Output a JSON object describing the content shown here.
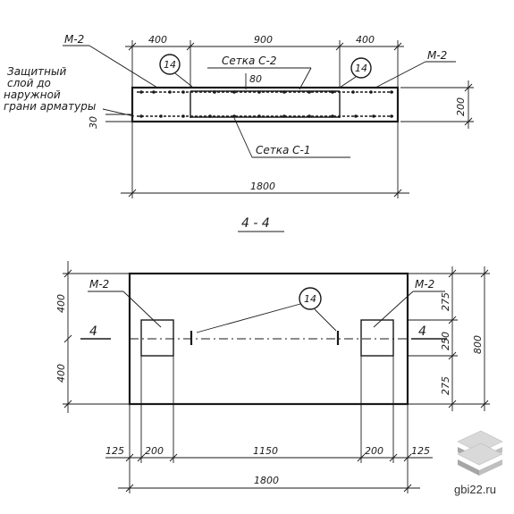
{
  "top_section": {
    "label_m2_left": "M-2",
    "label_m2_right": "M-2",
    "dim_400_left": "400",
    "dim_900": "900",
    "dim_400_right": "400",
    "callout_14_left": "14",
    "callout_14_right": "14",
    "setka_c2": "Сетка С-2",
    "dim_80": "80",
    "protective_layer_line1": "Защитный",
    "protective_layer_line2": "слой до",
    "protective_layer_line3": "наружной",
    "protective_layer_line4": "грани арматуры",
    "dim_30": "30",
    "dim_200": "200",
    "setka_c1": "Сетка С-1",
    "dim_1800": "1800"
  },
  "section_title": "4 - 4",
  "plan": {
    "dim_400_upper": "400",
    "dim_400_lower": "400",
    "label_m2_left": "M-2",
    "label_m2_right": "M-2",
    "callout_14": "14",
    "section_mark_left": "4",
    "section_mark_right": "4",
    "dim_275_top": "275",
    "dim_250": "250",
    "dim_275_bottom": "275",
    "dim_800": "800",
    "dim_125_left": "125",
    "dim_200_left": "200",
    "dim_1150": "1150",
    "dim_200_right": "200",
    "dim_125_right": "125",
    "dim_1800": "1800"
  },
  "watermark": "gbi22.ru",
  "colors": {
    "ink": "#1a1a1a",
    "logo_light": "#d9d9d9",
    "logo_mid": "#a6a6a6"
  }
}
